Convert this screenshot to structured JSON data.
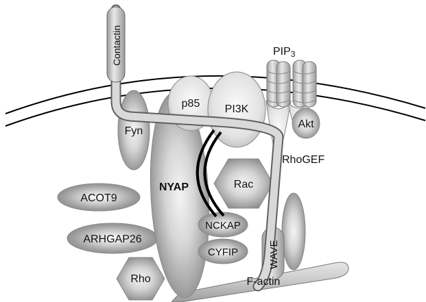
{
  "diagram": {
    "labels": {
      "contactin": "Contactin",
      "pip3": "PIP",
      "pip3_sub": "3",
      "p85": "p85",
      "pi3k": "PI3K",
      "akt": "Akt",
      "fyn": "Fyn",
      "rhogef": "RhoGEF",
      "acot9": "ACOT9",
      "nyap": "NYAP",
      "rac": "Rac",
      "arhgap26": "ARHGAP26",
      "nckap": "NCKAP",
      "cyfip": "CYFIP",
      "wave": "WAVE",
      "rho": "Rho",
      "factin": "F-actin"
    }
  }
}
